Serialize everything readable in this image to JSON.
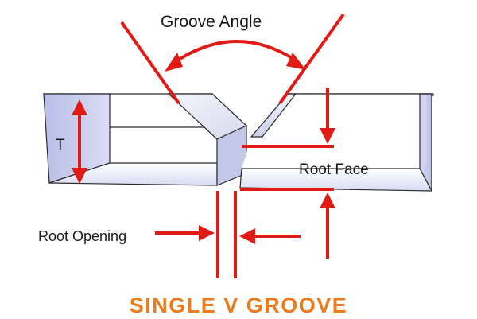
{
  "labels": {
    "groove_angle": "Groove Angle",
    "thickness": "T",
    "root_face": "Root Face",
    "root_opening": "Root Opening",
    "title": "SINGLE V GROOVE"
  },
  "colors": {
    "dimension_red": "#e01a14",
    "title_orange": "#ef7a1a",
    "plate_outline": "#2a2a2a",
    "plate_shade": "#c3c8ec",
    "plate_face": "#ffffff"
  }
}
